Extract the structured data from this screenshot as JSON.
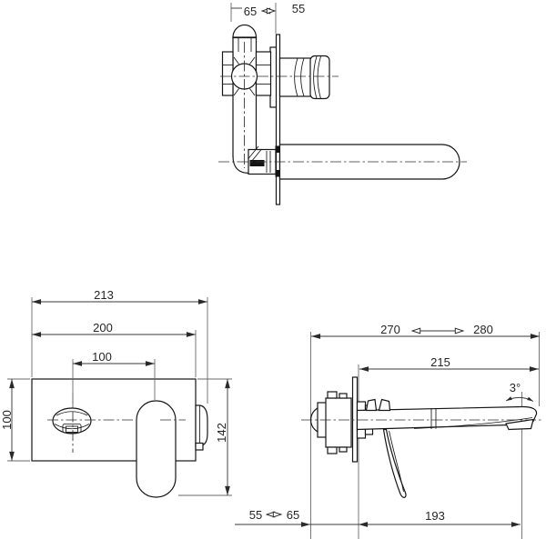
{
  "page": {
    "background": "#ffffff",
    "line_color": "#161616",
    "dimension_color": "#3a3a3a"
  },
  "views": {
    "valve_side_view": {
      "label": "concealed-valve-side-view",
      "dims": {
        "depth_adjust_min": "65",
        "depth_adjust_max": "55"
      }
    },
    "front_view": {
      "label": "front-view",
      "dims": {
        "overall_width": "213",
        "plate_width": "200",
        "spout_to_handle": "100",
        "plate_height": "100",
        "overall_height": "142"
      }
    },
    "assembled_side_view": {
      "label": "assembled-side-view",
      "dims": {
        "overall_depth_min": "270",
        "overall_depth_max": "280",
        "spout_reach": "215",
        "spout_angle": "3°",
        "wall_adjust_min": "55",
        "wall_adjust_max": "65",
        "spout_length": "193"
      }
    }
  }
}
